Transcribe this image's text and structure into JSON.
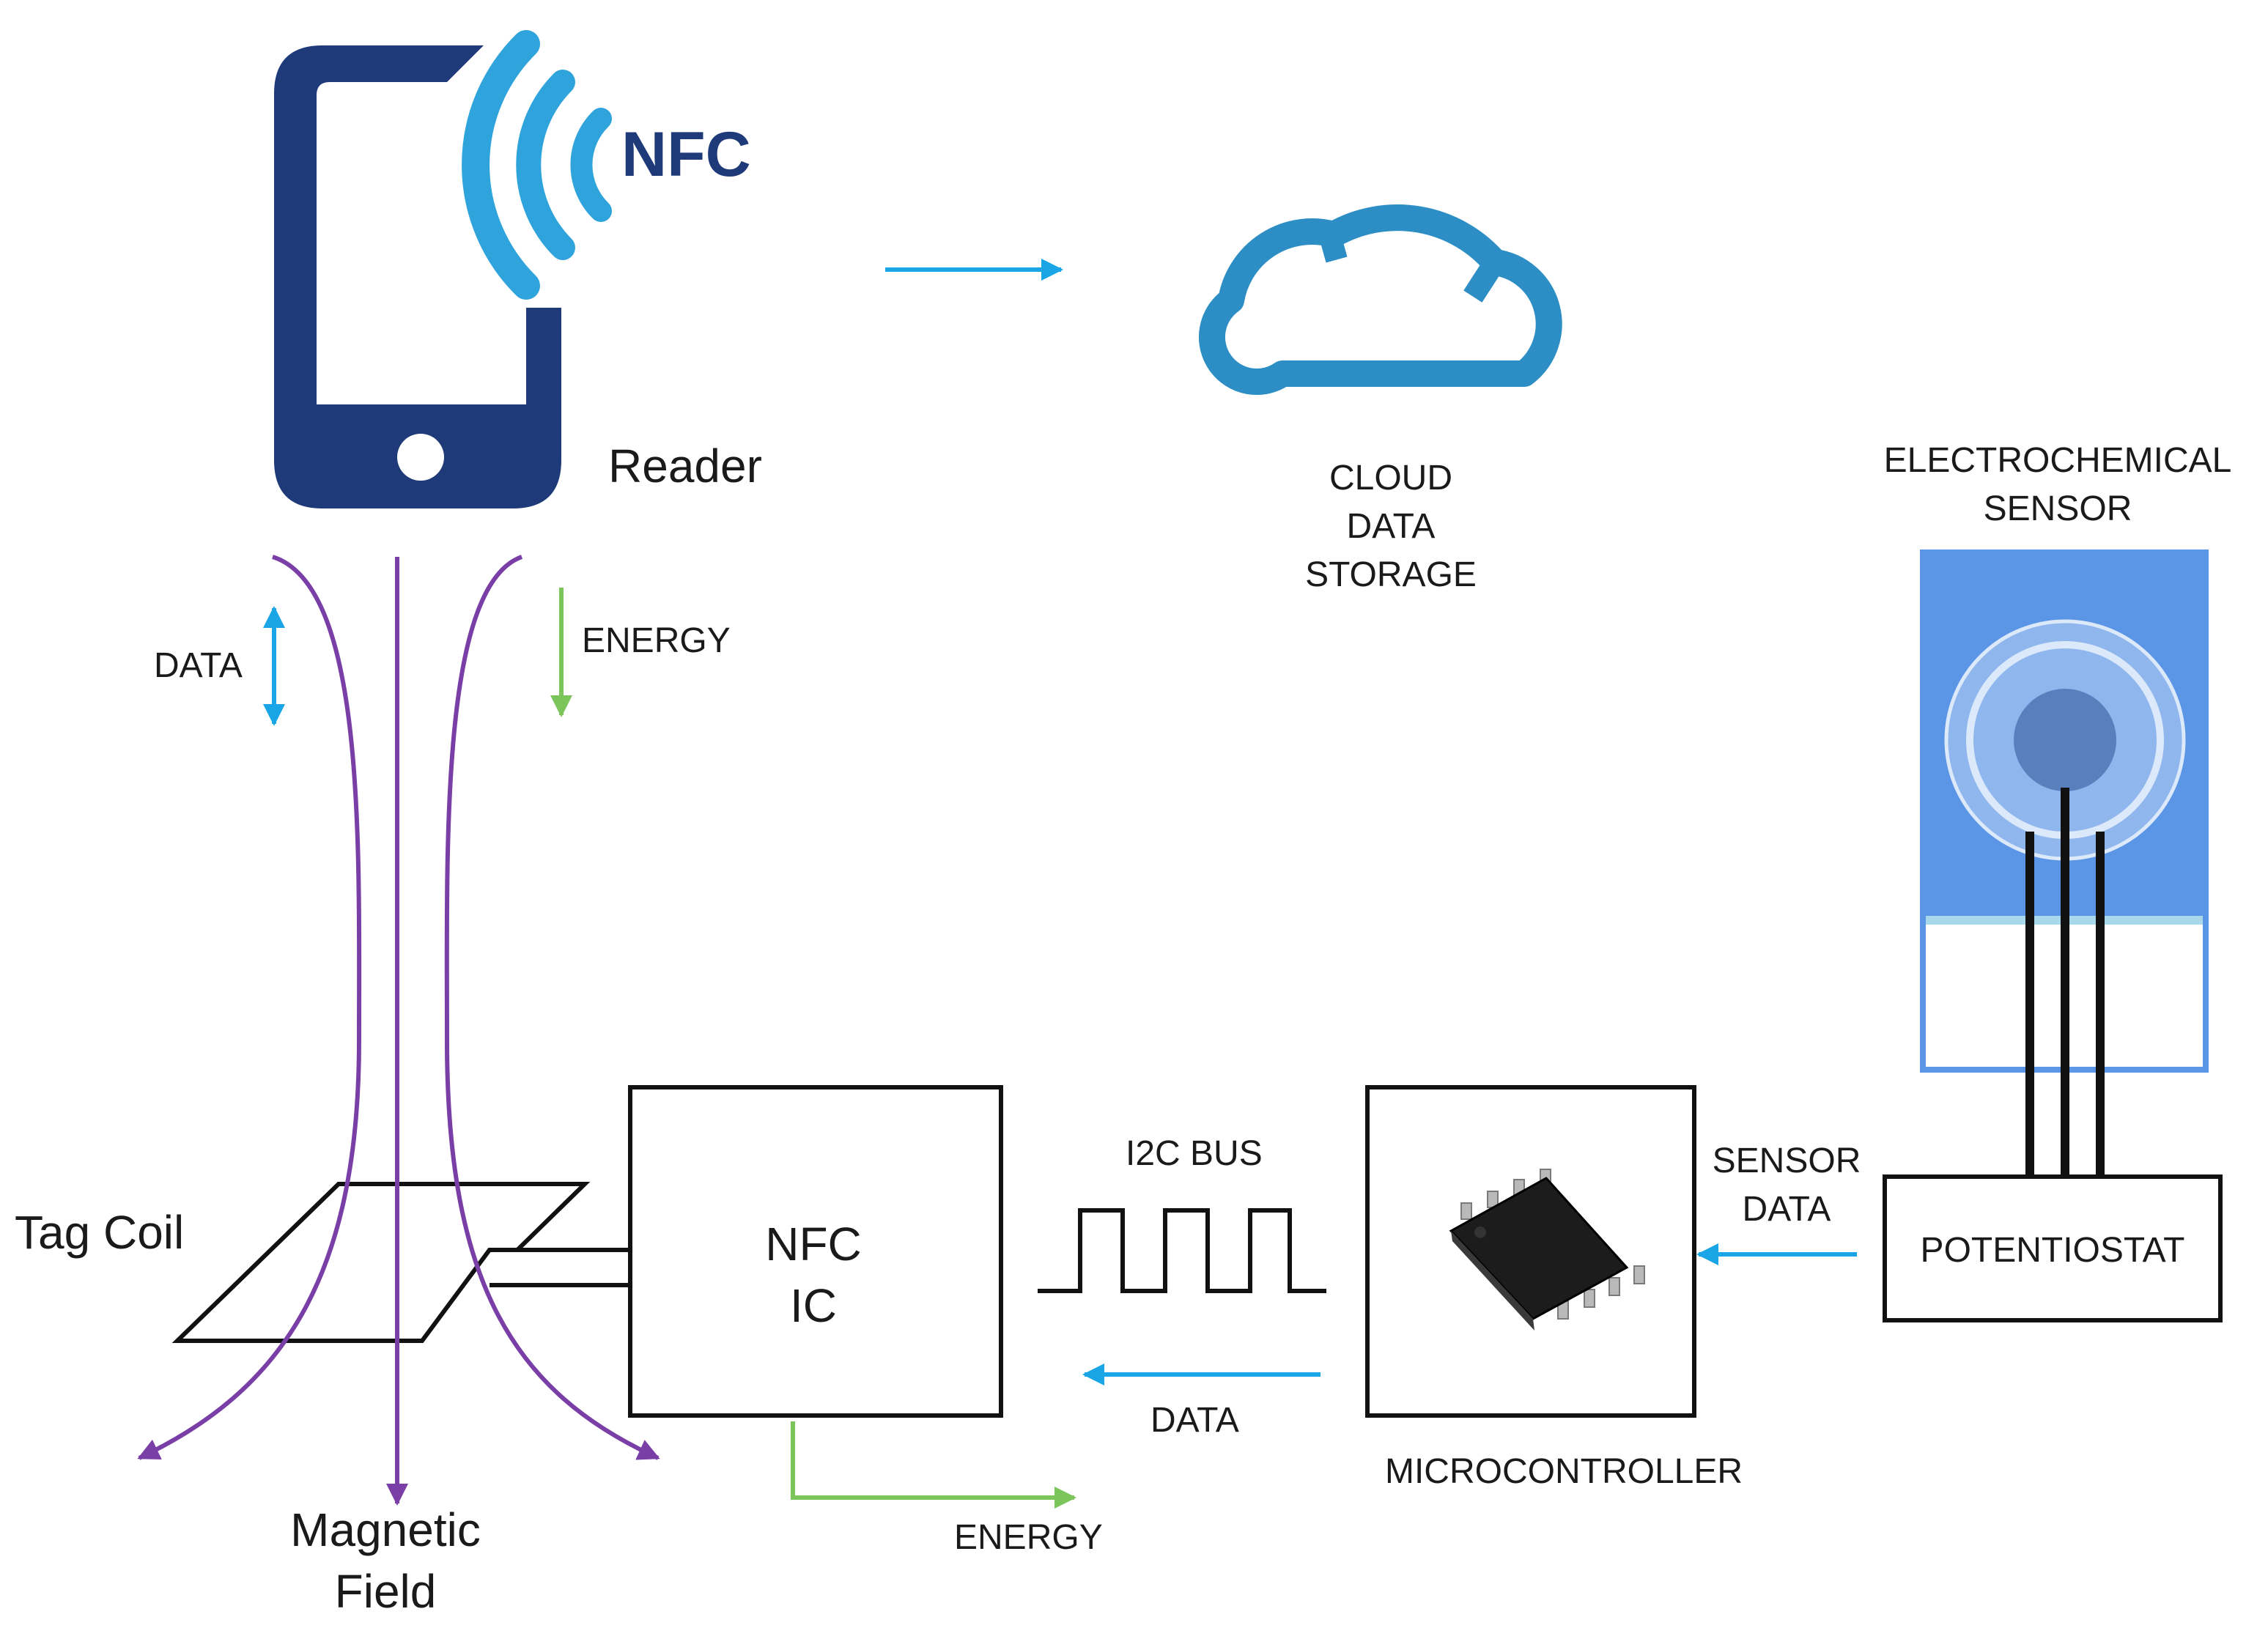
{
  "labels": {
    "nfc_logo": "NFC",
    "reader": "Reader",
    "cloud": [
      "CLOUD",
      "DATA",
      "STORAGE"
    ],
    "electrochemical_sensor": [
      "ELECTROCHEMICAL",
      "SENSOR"
    ],
    "data_top": "DATA",
    "energy_top": "ENERGY",
    "tag_coil": "Tag Coil",
    "magnetic_field": [
      "Magnetic",
      "Field"
    ],
    "nfc_ic": [
      "NFC",
      "IC"
    ],
    "i2c_bus": "I2C BUS",
    "data_bottom": "DATA",
    "energy_bottom": "ENERGY",
    "microcontroller": "MICROCONTROLLER",
    "sensor_data": [
      "SENSOR",
      "DATA"
    ],
    "potentiostat": "POTENTIOSTAT"
  },
  "colors": {
    "phone": "#1e3a78",
    "nfc_waves": "#2ea3dc",
    "cloud": "#2c8ec4",
    "data_arrow": "#1aa6e6",
    "energy_arrow": "#7cc55a",
    "magnetic_field": "#7a3fa6",
    "sensor_body": "#5b95e6",
    "box_stroke": "#111111"
  },
  "icons": [
    "smartphone-icon",
    "nfc-wave-icon",
    "cloud-icon",
    "chip-icon",
    "electrode-icon"
  ]
}
